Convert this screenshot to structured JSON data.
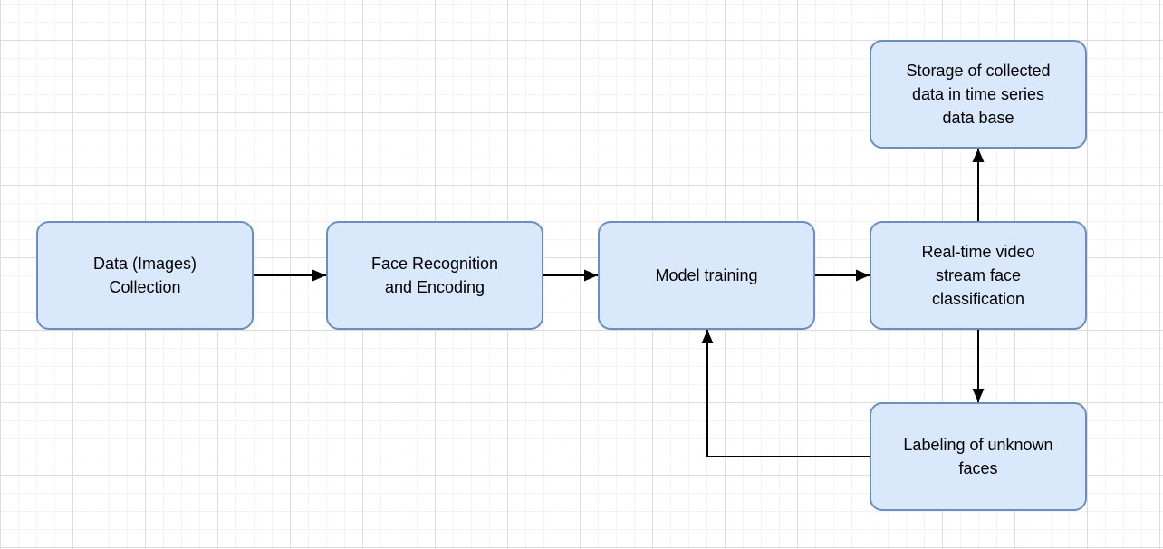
{
  "diagram": {
    "type": "flowchart",
    "nodes": [
      {
        "id": "data-collection",
        "label": "Data (Images)\nCollection"
      },
      {
        "id": "face-recognition",
        "label": "Face Recognition\nand Encoding"
      },
      {
        "id": "model-training",
        "label": "Model training"
      },
      {
        "id": "realtime-classification",
        "label": "Real-time video\nstream face\nclassification"
      },
      {
        "id": "storage",
        "label": "Storage of collected\ndata in time series\ndata base"
      },
      {
        "id": "labeling",
        "label": "Labeling of unknown\nfaces"
      }
    ],
    "edges": [
      {
        "from": "data-collection",
        "to": "face-recognition",
        "direction": "right"
      },
      {
        "from": "face-recognition",
        "to": "model-training",
        "direction": "right"
      },
      {
        "from": "model-training",
        "to": "realtime-classification",
        "direction": "right"
      },
      {
        "from": "realtime-classification",
        "to": "storage",
        "direction": "up"
      },
      {
        "from": "realtime-classification",
        "to": "labeling",
        "direction": "down"
      },
      {
        "from": "labeling",
        "to": "model-training",
        "direction": "left-then-up"
      }
    ],
    "colors": {
      "node_fill": "#dae8fc",
      "node_border": "#6c8ebf",
      "arrow": "#000000",
      "text": "#000000",
      "grid_minor": "#f3f3f3",
      "grid_major": "#dcdcdc",
      "background": "#ffffff"
    }
  }
}
